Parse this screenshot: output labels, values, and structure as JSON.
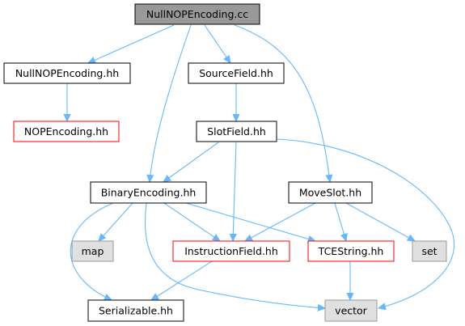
{
  "nodes": {
    "n_cc": {
      "label": "NullNOPEncoding.cc",
      "style": "focus"
    },
    "n_nhh": {
      "label": "NullNOPEncoding.hh",
      "style": "normal"
    },
    "n_sfhh": {
      "label": "SourceField.hh",
      "style": "normal"
    },
    "n_nop": {
      "label": "NOPEncoding.hh",
      "style": "red"
    },
    "n_slot": {
      "label": "SlotField.hh",
      "style": "normal"
    },
    "n_bin": {
      "label": "BinaryEncoding.hh",
      "style": "normal"
    },
    "n_move": {
      "label": "MoveSlot.hh",
      "style": "normal"
    },
    "n_map": {
      "label": "map",
      "style": "gray"
    },
    "n_inst": {
      "label": "InstructionField.hh",
      "style": "red"
    },
    "n_tce": {
      "label": "TCEString.hh",
      "style": "red"
    },
    "n_set": {
      "label": "set",
      "style": "gray"
    },
    "n_ser": {
      "label": "Serializable.hh",
      "style": "normal"
    },
    "n_vec": {
      "label": "vector",
      "style": "gray"
    }
  },
  "colors": {
    "edge": "#63b8ff",
    "focus_fill": "#999999",
    "gray_fill": "#e0e0e0",
    "red_border": "#ff0000",
    "normal_border": "#000000",
    "gray_border": "#999999"
  }
}
